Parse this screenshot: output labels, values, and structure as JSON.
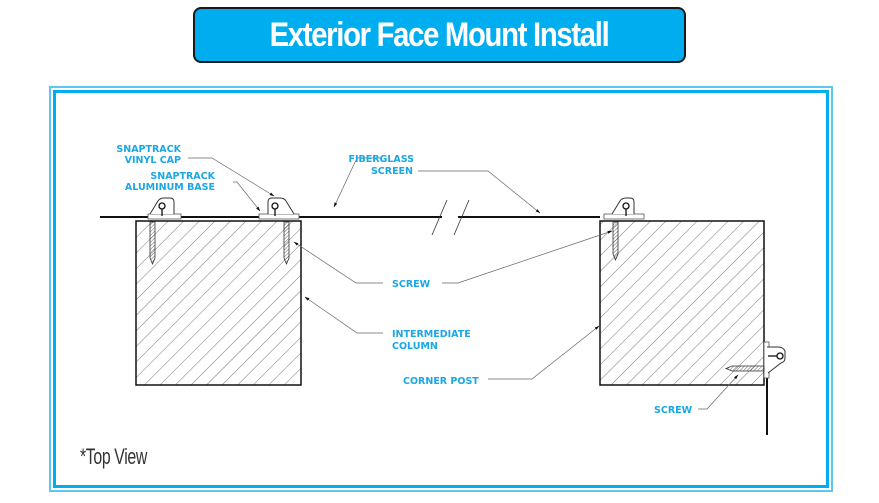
{
  "title": "Exterior Face Mount Install",
  "note": "*Top View",
  "colors": {
    "accent": "#00adef",
    "label": "#1aa7e6",
    "line": "#1a1a1a"
  },
  "labels": {
    "vinyl_cap": [
      "SNAPTRACK",
      "VINYL CAP"
    ],
    "aluminum_base": [
      "SNAPTRACK",
      "ALUMINUM BASE"
    ],
    "fiberglass_screen": [
      "FIBERGLASS",
      "SCREEN"
    ],
    "screw_center": "SCREW",
    "intermediate_column": [
      "INTERMEDIATE",
      "COLUMN"
    ],
    "corner_post": "CORNER POST",
    "screw_corner": "SCREW"
  }
}
